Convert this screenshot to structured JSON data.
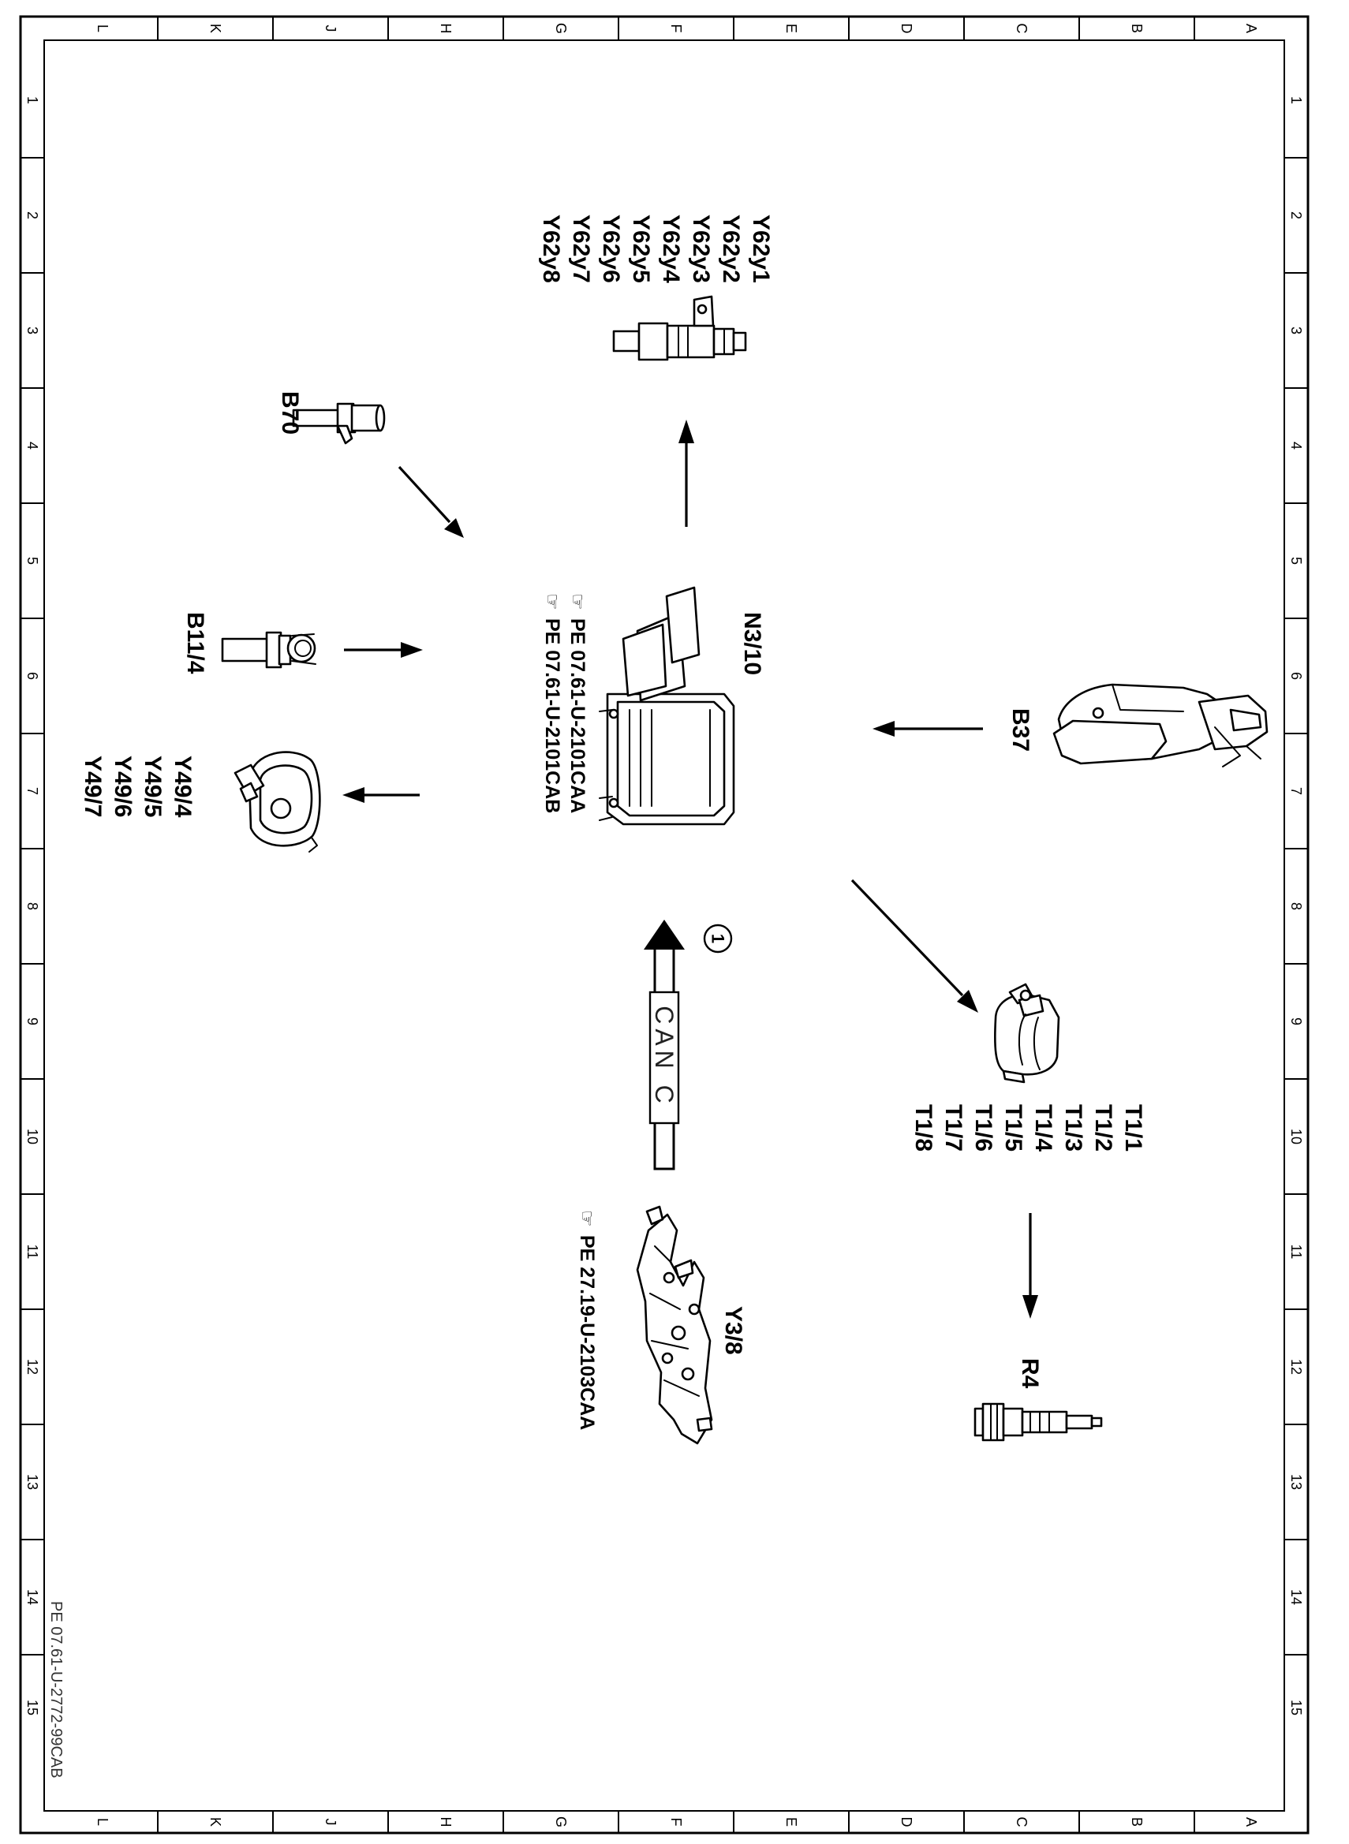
{
  "frame": {
    "column_letters": [
      "L",
      "K",
      "J",
      "H",
      "G",
      "F",
      "E",
      "D",
      "C",
      "B",
      "A"
    ],
    "row_numbers": [
      "1",
      "2",
      "3",
      "4",
      "5",
      "6",
      "7",
      "8",
      "9",
      "10",
      "11",
      "12",
      "13",
      "14",
      "15"
    ]
  },
  "document_id": "PE 07.61-U-2772-99CAB",
  "control_unit": {
    "label": "N3/10",
    "refs": [
      "PE  07.61-U-2101CAA",
      "PE  07.61-U-2101CAB"
    ]
  },
  "bus": {
    "label": "CAN C",
    "marker": "1"
  },
  "components": {
    "injectors": [
      "Y62y1",
      "Y62y2",
      "Y62y3",
      "Y62y4",
      "Y62y5",
      "Y62y6",
      "Y62y7",
      "Y62y8"
    ],
    "camshaft_sensor": "B70",
    "temp_sensor": "B11/4",
    "valves": [
      "Y49/4",
      "Y49/5",
      "Y49/6",
      "Y49/7"
    ],
    "pedal": "B37",
    "ignition_coils": [
      "T1/1",
      "T1/2",
      "T1/3",
      "T1/4",
      "T1/5",
      "T1/6",
      "T1/7",
      "T1/8"
    ],
    "spark_plug": "R4",
    "transmission": {
      "label": "Y3/8",
      "ref": "PE  27.19-U-2103CAA"
    }
  }
}
